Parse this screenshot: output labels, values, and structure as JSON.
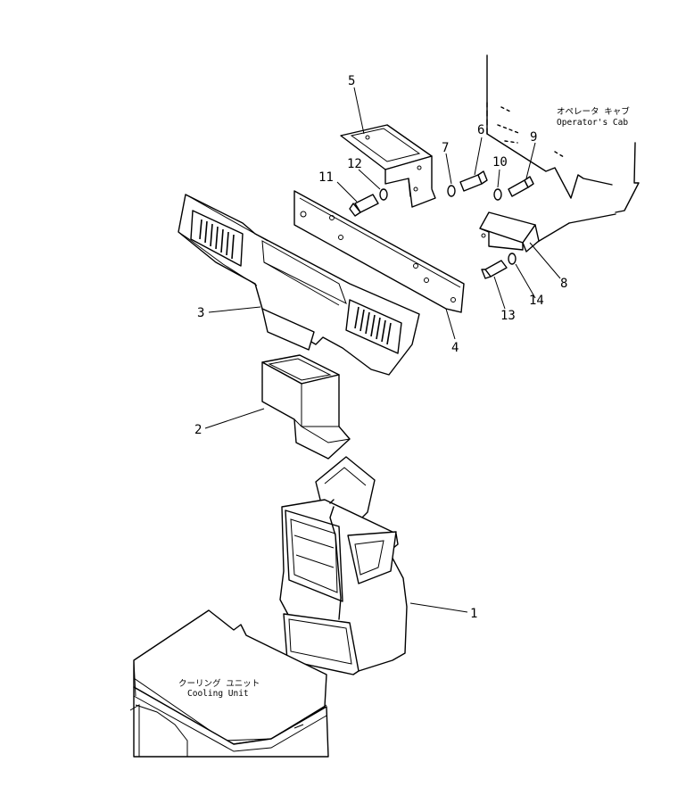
{
  "callouts": [
    {
      "id": "1",
      "text": "1"
    },
    {
      "id": "2",
      "text": "2"
    },
    {
      "id": "3",
      "text": "3"
    },
    {
      "id": "4",
      "text": "4"
    },
    {
      "id": "5",
      "text": "5"
    },
    {
      "id": "6",
      "text": "6"
    },
    {
      "id": "7",
      "text": "7"
    },
    {
      "id": "8",
      "text": "8"
    },
    {
      "id": "9",
      "text": "9"
    },
    {
      "id": "10",
      "text": "10"
    },
    {
      "id": "11",
      "text": "11"
    },
    {
      "id": "12",
      "text": "12"
    },
    {
      "id": "13",
      "text": "13"
    },
    {
      "id": "14",
      "text": "14"
    }
  ],
  "notes": {
    "operator_cab_jp": "オペレータ キャブ",
    "operator_cab_en": "Operator's Cab",
    "cooling_unit_jp": "クーリング ユニット",
    "cooling_unit_en": "Cooling Unit"
  }
}
